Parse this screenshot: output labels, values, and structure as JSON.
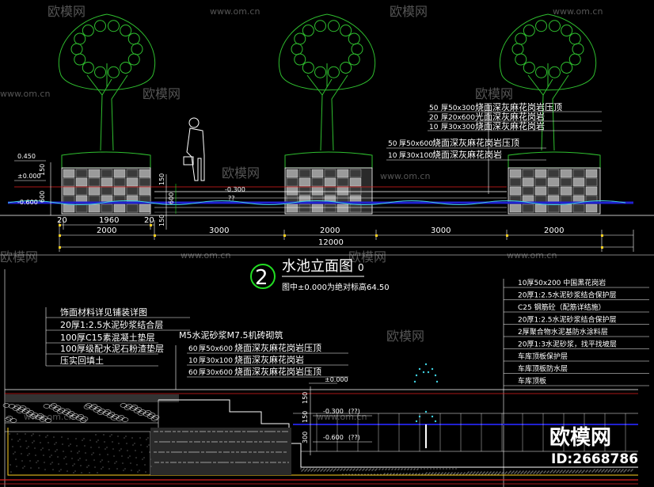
{
  "colors": {
    "background": "#000000",
    "line": "#ffffff",
    "tree": "#2fbf2f",
    "stone": "#a0a0a0",
    "water": "#2020d0",
    "red": "#e02020",
    "yellow": "#ffd21f",
    "cyan": "#3fd0e0",
    "green_circle": "#22dd22"
  },
  "watermarks": {
    "site": "www.om.cn",
    "site_short": "www.om.cn",
    "brand": "欧模网",
    "brand_large": "欧模网",
    "id": "ID:2668786"
  },
  "top_section": {
    "levels": {
      "top_left": "0.450",
      "zero": "±0.000",
      "water_left": "-0.600",
      "water_mid": "-0.300",
      "water_qq": "??"
    },
    "vert_dims": {
      "a": "150",
      "b": "600",
      "c": "150",
      "d": "600",
      "e": "150"
    },
    "dims": {
      "d20a": "20",
      "d1960": "1960",
      "d20b": "20",
      "d2000a": "2000",
      "d3000a": "3000",
      "d2000b": "2000",
      "d3000b": "3000",
      "d2000c": "2000",
      "d12000": "12000"
    },
    "callout_right": [
      {
        "num": "50",
        "spec": "厚50x300",
        "text": "烧面深灰麻花岗岩压顶"
      },
      {
        "num": "20",
        "spec": "厚20x600",
        "text": "光面深灰麻花岗岩"
      },
      {
        "num": "10",
        "spec": "厚30x300",
        "text": "烧面深灰麻花岗岩"
      }
    ],
    "callout_mid": [
      {
        "num": "50",
        "spec": "厚50x600",
        "text": "烧面深灰麻花岗岩压顶"
      },
      {
        "num": "10",
        "spec": "厚30x100",
        "text": "烧面深灰麻花岗岩"
      }
    ]
  },
  "title": {
    "number": "2",
    "main": "水池立面图",
    "suffix": "0",
    "note": "图中±0.000为绝对标高64.50"
  },
  "bottom_left_callout": [
    "饰面材料详见铺装详图",
    "20厚1:2.5水泥砂浆结合层",
    "100厚C15素混凝土垫层",
    "100厚级配水泥石粉渣垫层",
    "压实回填土"
  ],
  "bottom_left_extra": "M5水泥砂浆M7.5机砖砌筑",
  "bottom_mid_callout": [
    {
      "num": "60",
      "spec": "厚50x600",
      "text": "烧面深灰麻花岗岩压顶"
    },
    {
      "num": "10",
      "spec": "厚30x100",
      "text": "烧面深灰麻花岗岩"
    },
    {
      "num": "60",
      "spec": "厚30x600",
      "text": "烧面深灰麻花岗岩压顶"
    }
  ],
  "bottom_right_callout": [
    "10厚50x200 中国黑花岗岩",
    "20厚1:2.5水泥砂浆结合保护层",
    "C25 钢筋砼（配筋详结施）",
    "20厚1:2.5水泥砂浆结合保护层",
    "2厚聚合物水泥基防水涂料层",
    "20厚1:3水泥砂浆，找平找坡层",
    "车库顶板保护层",
    "车库顶板防水层",
    "车库顶板"
  ],
  "bottom_levels": {
    "top": "±0.000",
    "mid": "-0.300",
    "mid_q": "(??)",
    "low": "-0.600",
    "low_q": "(??)"
  },
  "bottom_vert_dims": {
    "a": "150",
    "b": "150",
    "c": "300"
  }
}
